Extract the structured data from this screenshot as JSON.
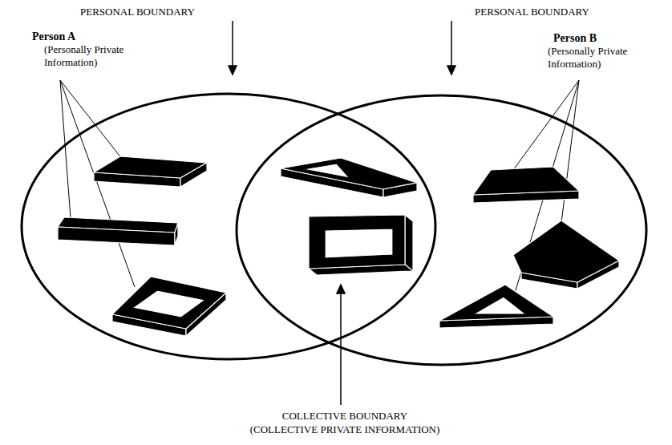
{
  "diagram": {
    "nodes": [
      {
        "text": [
          "Person A",
          "(Personally Private Information)"
        ]
      },
      {
        "text": [
          "Person B",
          "(Personally Private Information)"
        ]
      }
    ],
    "labels": [
      "PERSONAL BOUNDARY",
      "PERSONAL BOUNDARY",
      "COLLECTIVE BOUNDARY (COLLECTIVE PRIVATE INFORMATION)"
    ]
  }
}
